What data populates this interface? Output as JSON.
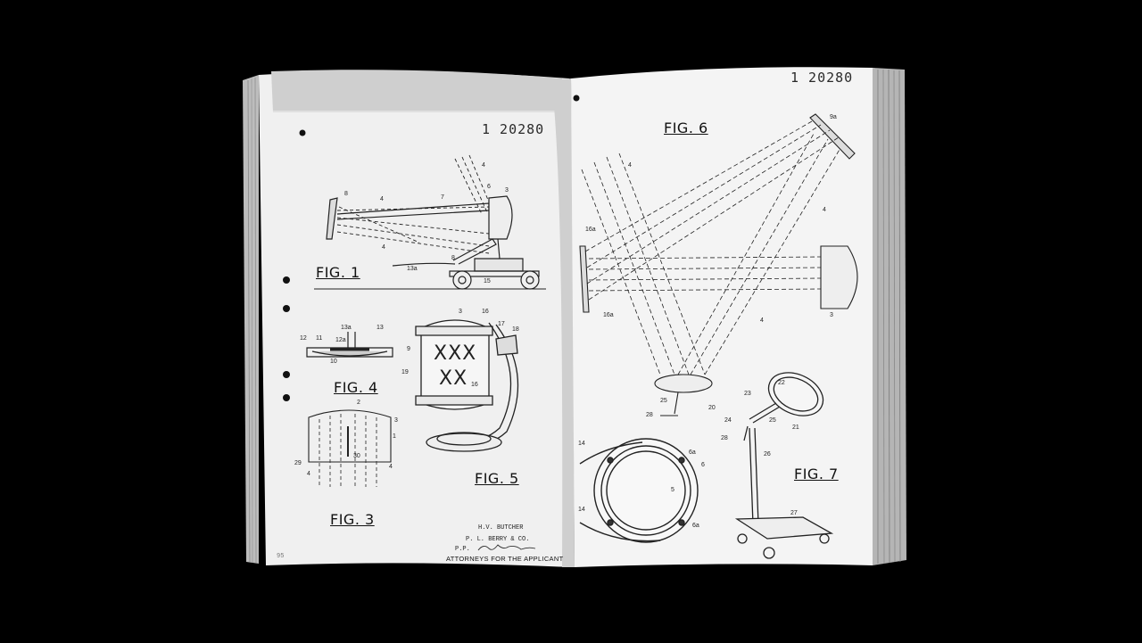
{
  "left_page": {
    "patent_number": "1 20280",
    "figures": {
      "fig1": "FIG. 1",
      "fig3": "FIG. 3",
      "fig4": "FIG. 4",
      "fig5": "FIG. 5"
    },
    "fig5_marking_top": "XXX",
    "fig5_marking_bottom": "XX",
    "signature_block": {
      "inventor": "H.V. BUTCHER",
      "firm": "P. L. BERRY & CO.",
      "pp": "P.P.",
      "attorneys": "ATTORNEYS FOR THE APPLICANT"
    },
    "page_mark": "95"
  },
  "right_page": {
    "patent_number": "1 20280",
    "figures": {
      "fig6": "FIG. 6",
      "fig7": "FIG. 7"
    }
  },
  "ref_numerals": {
    "n2": "2",
    "n3": "3",
    "n4": "4",
    "n5": "5",
    "n6": "6",
    "n6a": "6a",
    "n7": "7",
    "n8": "8",
    "n9": "9",
    "n9a": "9a",
    "n10": "10",
    "n11": "11",
    "n12": "12",
    "n12a": "12a",
    "n13": "13",
    "n13a": "13a",
    "n14": "14",
    "n15": "15",
    "n16": "16",
    "n16a": "16a",
    "n17": "17",
    "n18": "18",
    "n19": "19",
    "n20": "20",
    "n21": "21",
    "n22": "22",
    "n23": "23",
    "n24": "24",
    "n25": "25",
    "n26": "26",
    "n27": "27",
    "n28": "28",
    "n29": "29",
    "n30": "30",
    "n1": "1"
  },
  "colors": {
    "background": "#000000",
    "page": "#f2f2f2",
    "page_edge": "#cfcfcf",
    "ink": "#1a1a1a"
  }
}
